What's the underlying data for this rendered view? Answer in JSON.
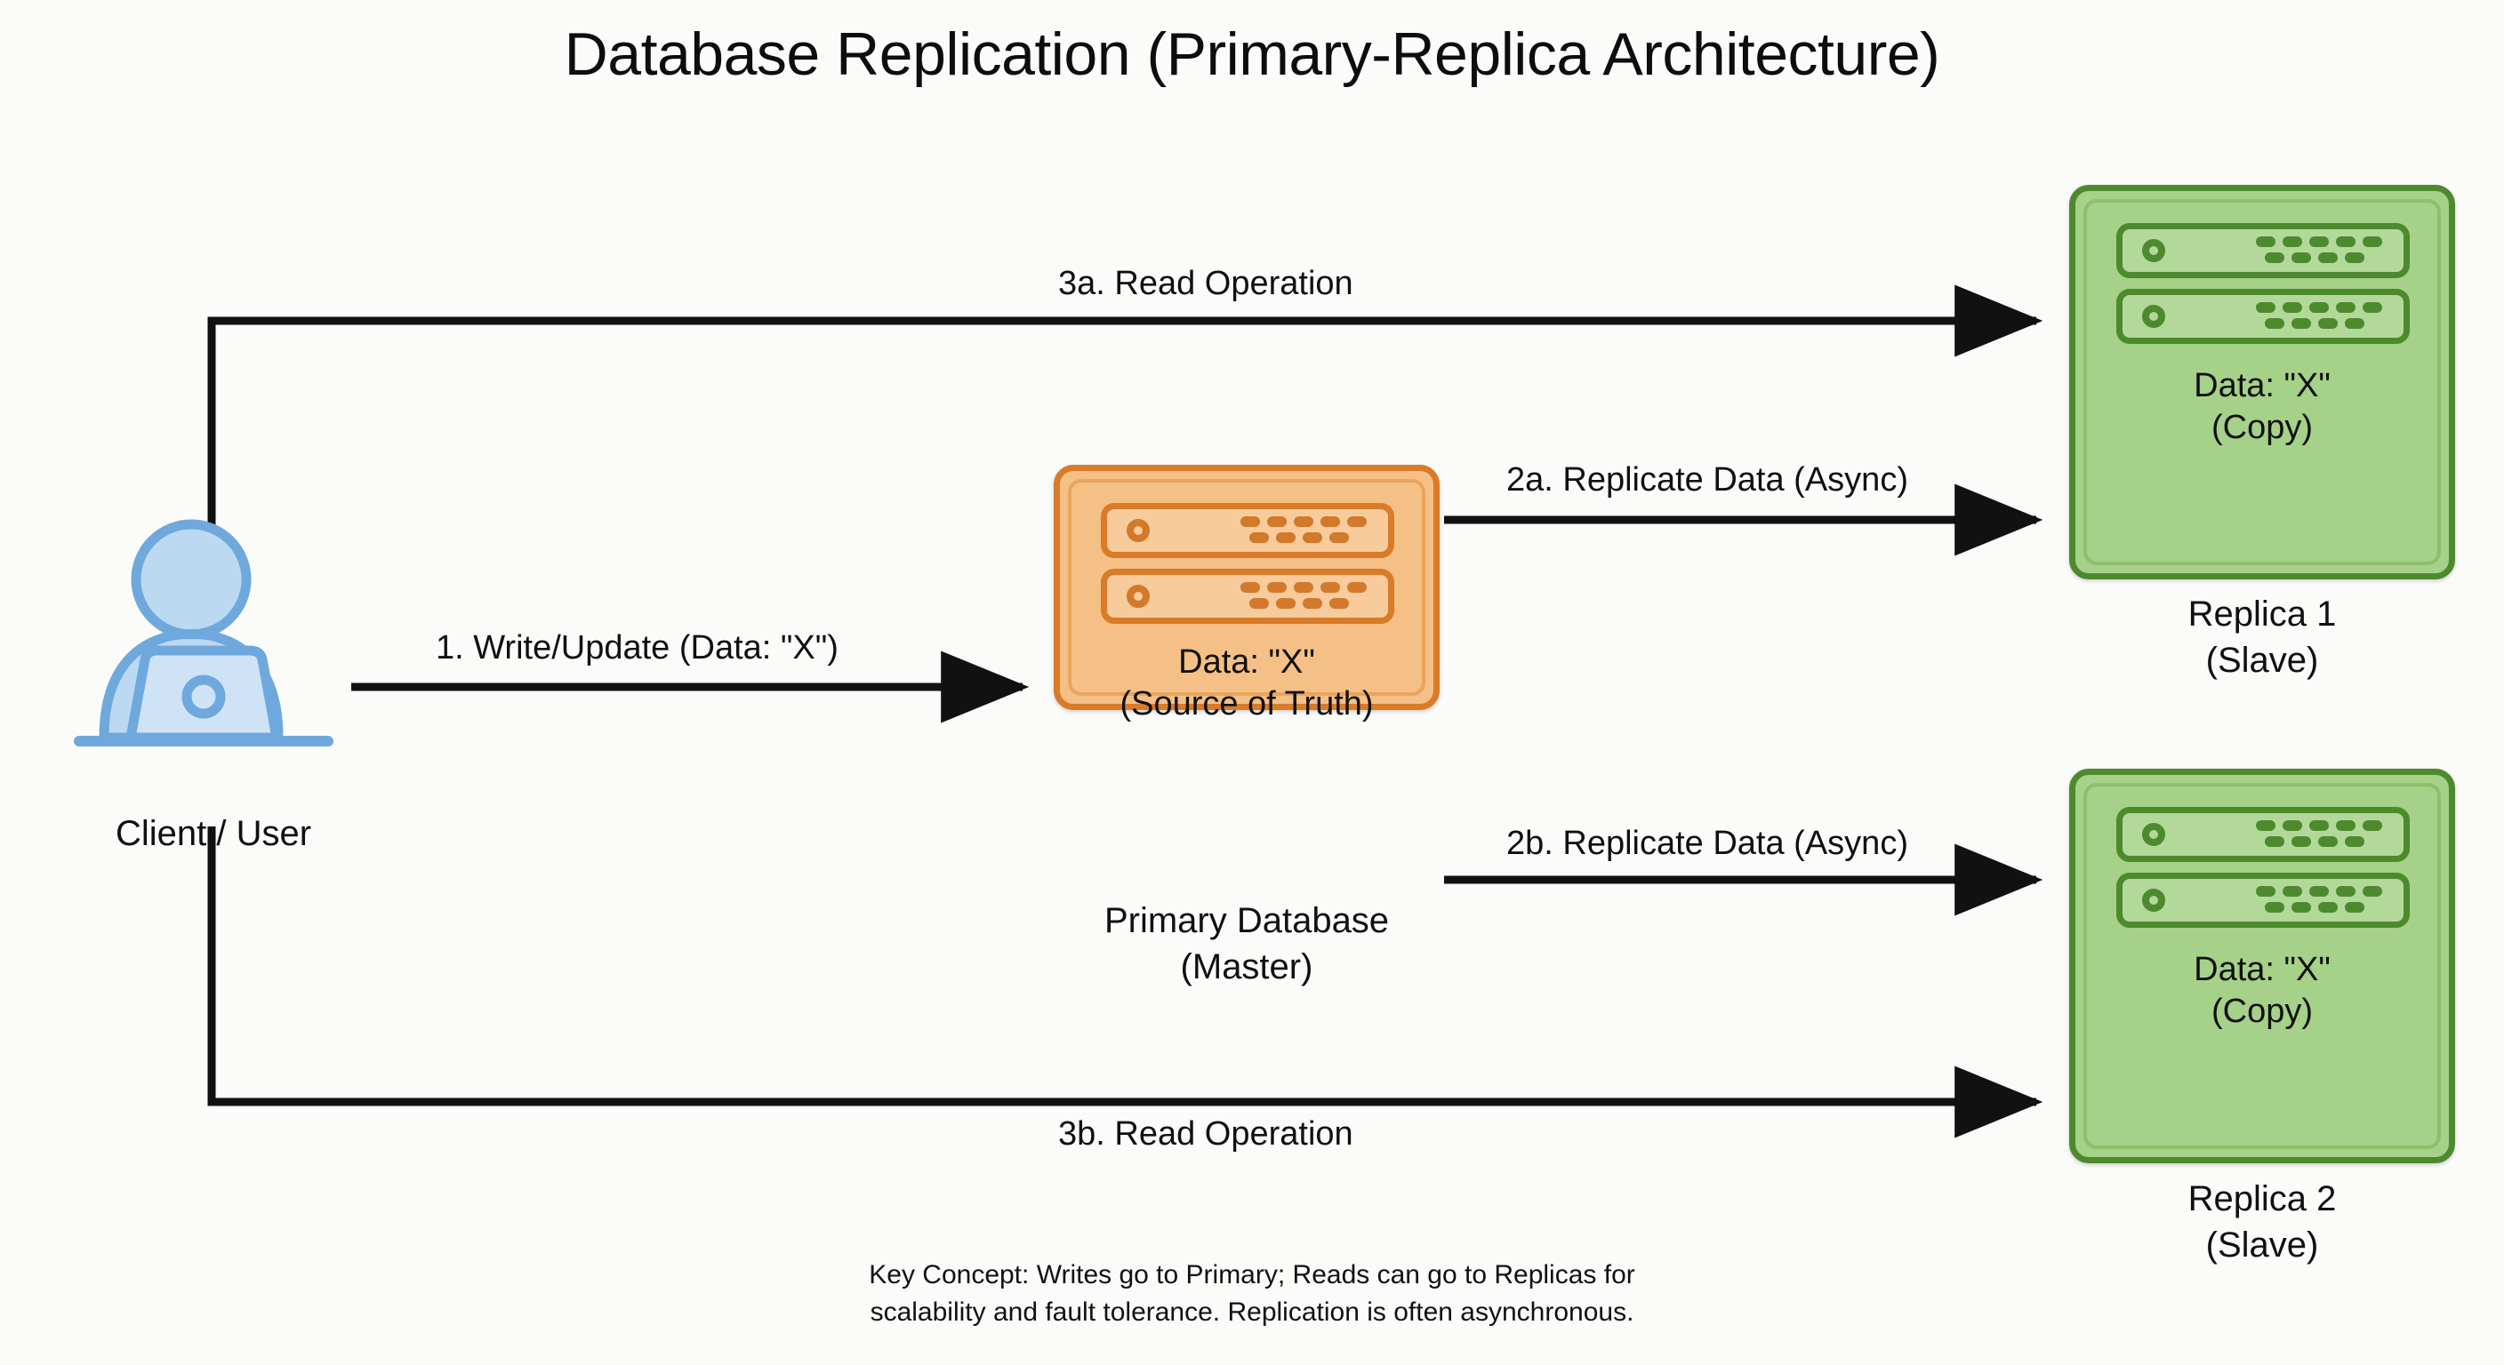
{
  "title": "Database Replication (Primary-Replica Architecture)",
  "colors": {
    "background": "#fbfbf9",
    "primary_fill": "#f5c086",
    "primary_stroke": "#d97b28",
    "replica_fill": "#a6d189",
    "replica_stroke": "#4d8a2e",
    "client_fill": "#bcd9f2",
    "client_stroke": "#6fa8dc",
    "arrow": "#111111",
    "text": "#101010"
  },
  "client": {
    "icon": "user-at-laptop-icon",
    "caption": "Client / User"
  },
  "primary": {
    "icon": "server-rack-icon",
    "data_line": "Data: \"X\"",
    "detail_line": "(Source of Truth)",
    "caption_line1": "Primary Database",
    "caption_line2": "(Master)"
  },
  "replicas": [
    {
      "id": "replica1",
      "icon": "server-rack-icon",
      "data_line": "Data: \"X\"",
      "detail_line": "(Copy)",
      "caption_line1": "Replica 1",
      "caption_line2": "(Slave)"
    },
    {
      "id": "replica2",
      "icon": "server-rack-icon",
      "data_line": "Data: \"X\"",
      "detail_line": "(Copy)",
      "caption_line1": "Replica 2",
      "caption_line2": "(Slave)"
    }
  ],
  "edges": [
    {
      "id": "write",
      "label": "1. Write/Update (Data: \"X\")",
      "from": "Client / User",
      "to": "Primary Database"
    },
    {
      "id": "replicate_a",
      "label": "2a. Replicate Data (Async)",
      "from": "Primary Database",
      "to": "Replica 1"
    },
    {
      "id": "replicate_b",
      "label": "2b. Replicate Data (Async)",
      "from": "Primary Database",
      "to": "Replica 2"
    },
    {
      "id": "read_a",
      "label": "3a. Read Operation",
      "from": "Client / User",
      "to": "Replica 1"
    },
    {
      "id": "read_b",
      "label": "3b. Read Operation",
      "from": "Client / User",
      "to": "Replica 2"
    }
  ],
  "key_note": {
    "line1": "Key Concept: Writes go to Primary; Reads can go to Replicas for",
    "line2": "scalability and fault tolerance. Replication is often asynchronous."
  }
}
